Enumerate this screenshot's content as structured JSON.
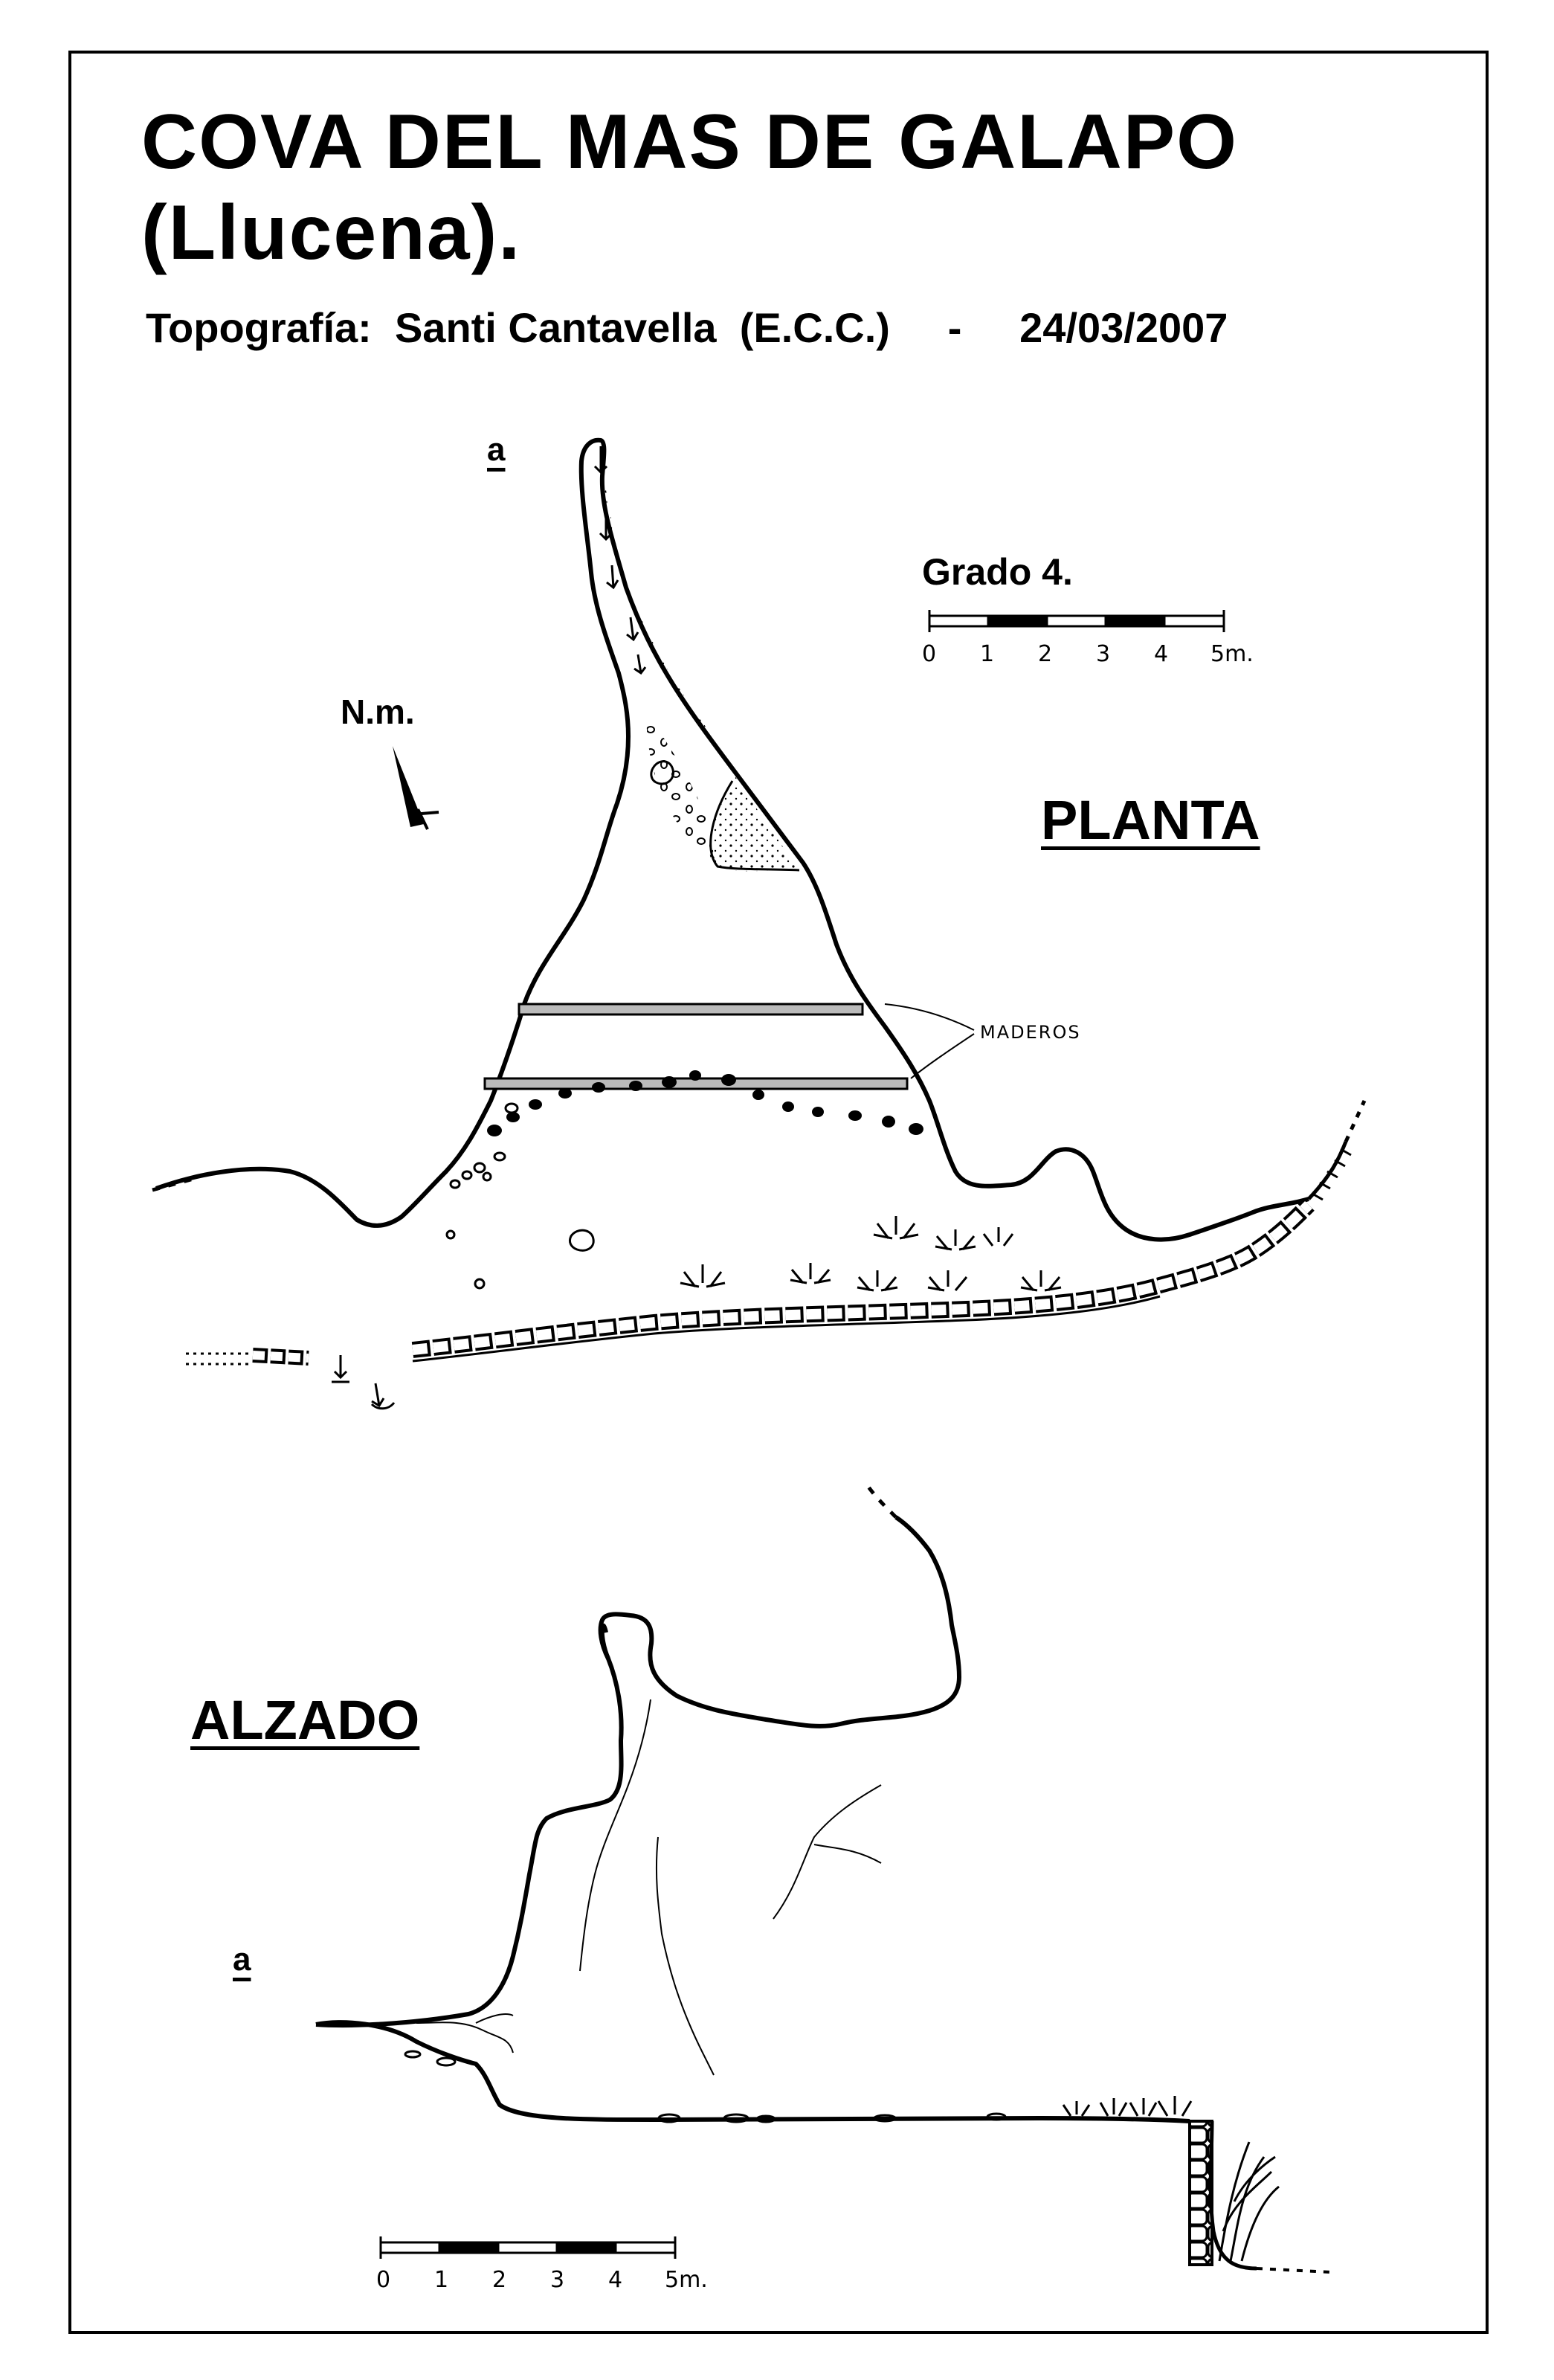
{
  "header": {
    "title_line1": "COVA DEL MAS DE GALAPO",
    "title_line2": "(Llucena).",
    "topo_label": "Topografía:",
    "author": "Santi Cantavella",
    "group": "(E.C.C.)",
    "separator": "-",
    "date": "24/03/2007"
  },
  "plan": {
    "section_label": "PLANTA",
    "grade_label": "Grado  4.",
    "north_label": "N.m.",
    "section_mark": "a",
    "beams_label": "MADEROS",
    "scale_ticks": [
      "0",
      "1",
      "2",
      "3",
      "4",
      "5m."
    ]
  },
  "elevation": {
    "section_label": "ALZADO",
    "section_mark": "a",
    "scale_ticks": [
      "0",
      "1",
      "2",
      "3",
      "4",
      "5m."
    ]
  },
  "icons": {
    "north_arrow": "north-arrow-icon",
    "drip": "drip-arrow-icon",
    "vegetation": "grass-tuft-icon"
  }
}
